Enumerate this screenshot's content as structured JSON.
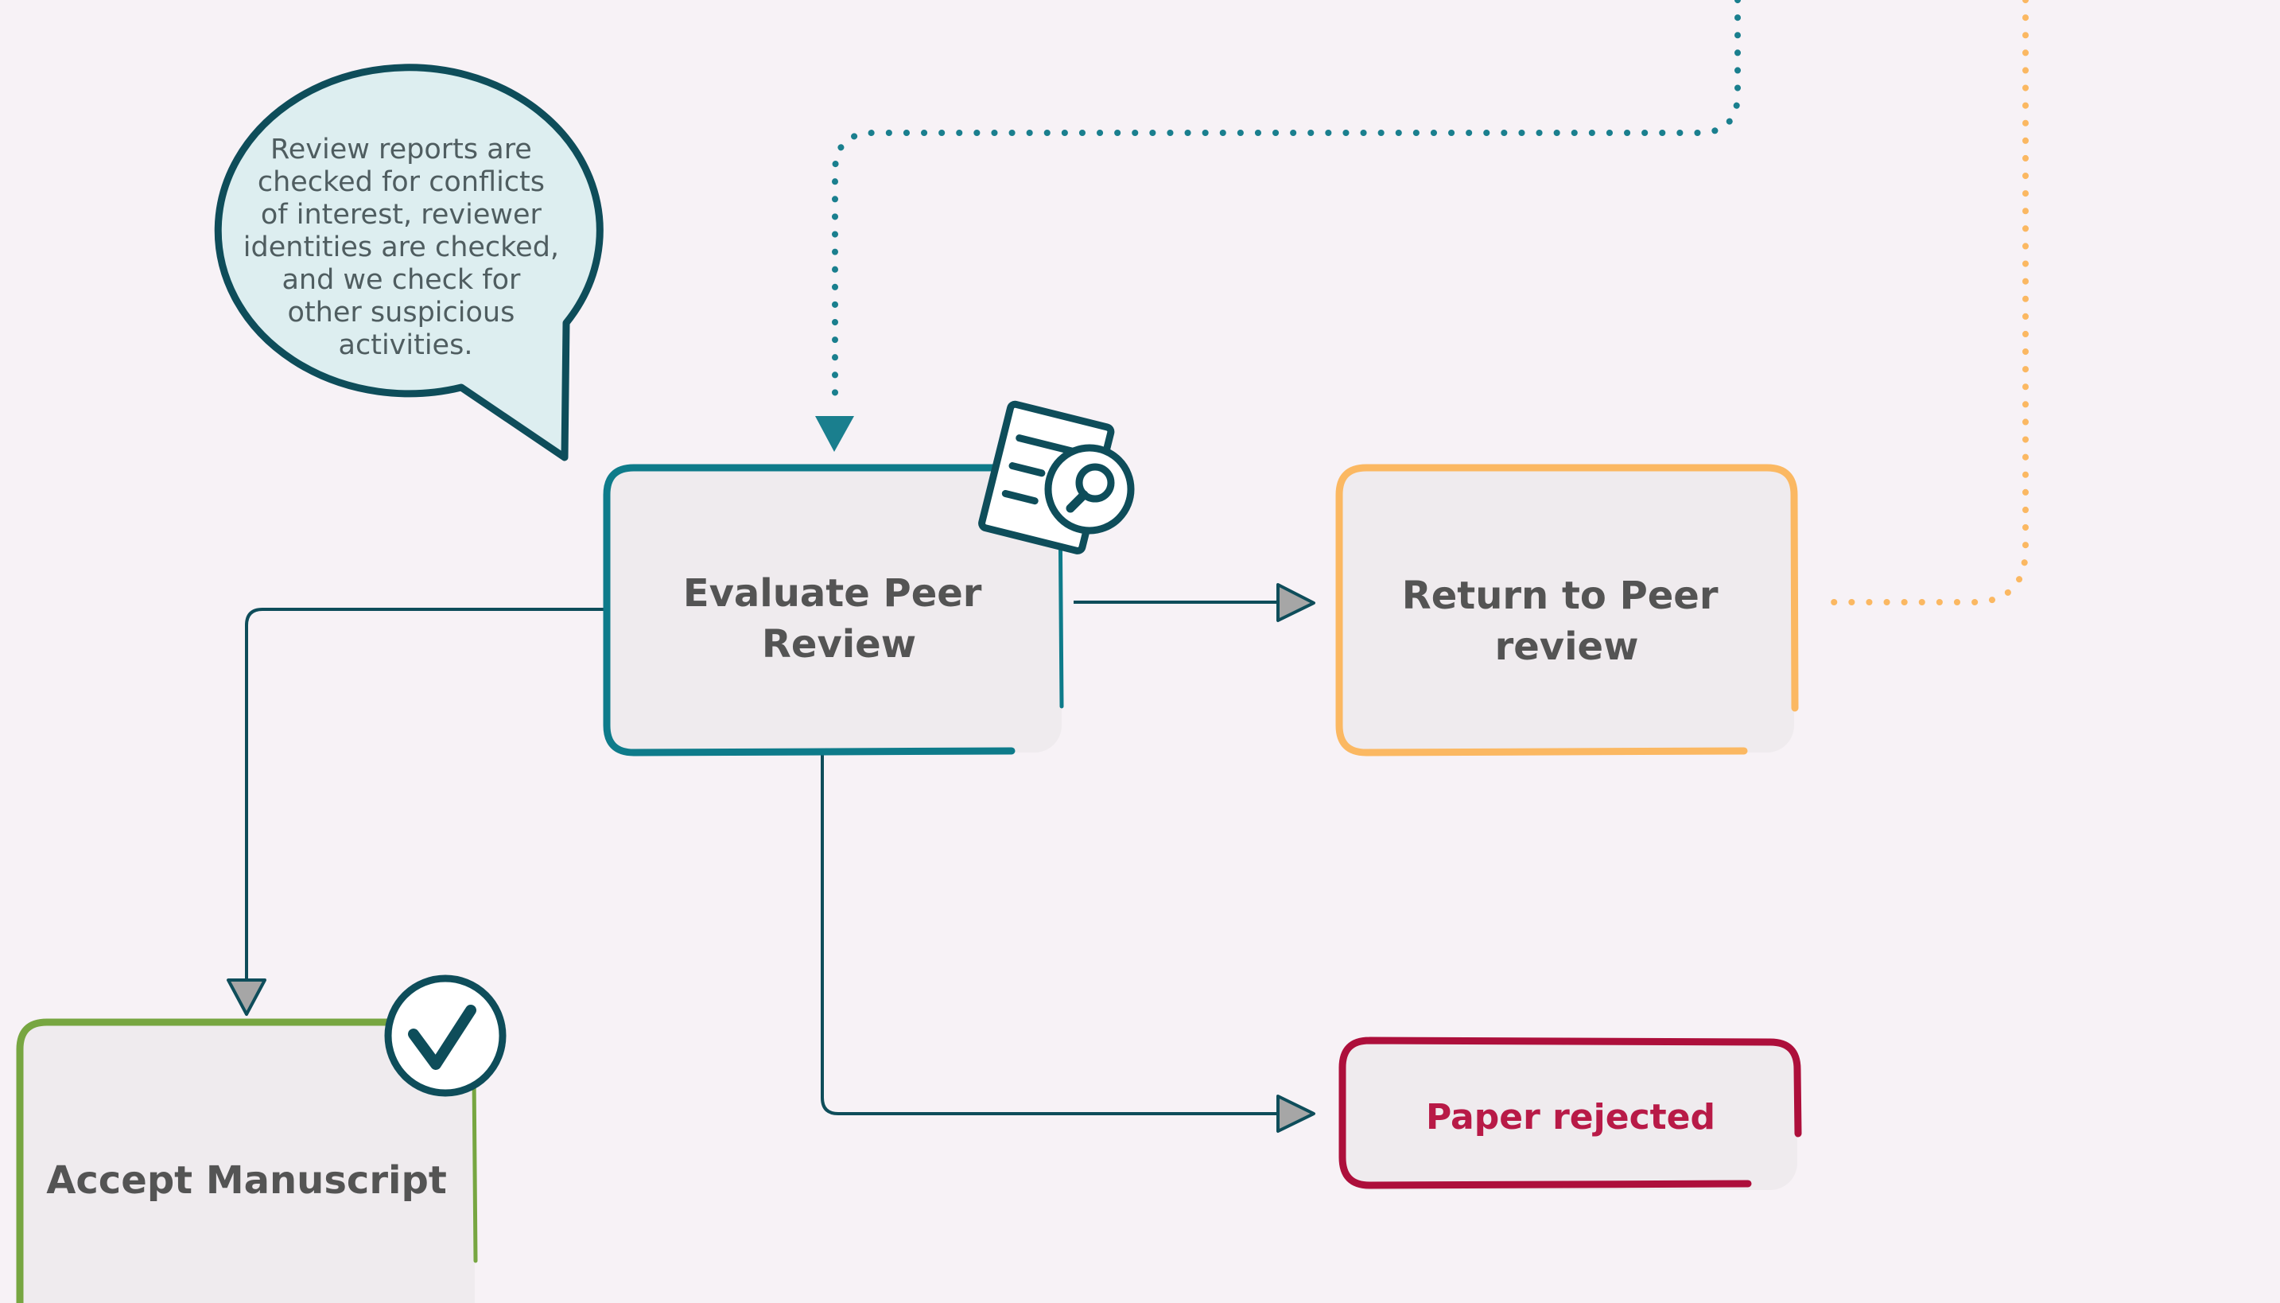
{
  "callout": {
    "lines": [
      "Review reports are",
      "checked for conflicts",
      "of interest, reviewer",
      "identities are checked,",
      "and we check for",
      "other suspicious",
      "activities."
    ]
  },
  "nodes": {
    "evaluate": {
      "line1": "Evaluate Peer",
      "line2": "Review",
      "color": "#0e7b8a",
      "icon": "document-search-icon"
    },
    "return": {
      "line1": "Return to Peer",
      "line2": "review",
      "color": "#fbb862"
    },
    "accept": {
      "label": "Accept Manuscript",
      "color": "#77a641",
      "icon": "checkmark-icon"
    },
    "rejected": {
      "label": "Paper rejected",
      "color": "#ad0f3b",
      "text_color": "#b81a47"
    }
  },
  "colors": {
    "background": "#f7f2f6",
    "box_fill": "#efebee",
    "connector": "#0e4d5a",
    "callout_fill": "#ddeef0",
    "callout_stroke": "#0e4d5a",
    "arrowhead_fill": "#a6a6a6",
    "dotted_teal": "#1a7f8e",
    "dotted_orange": "#fbb862"
  }
}
